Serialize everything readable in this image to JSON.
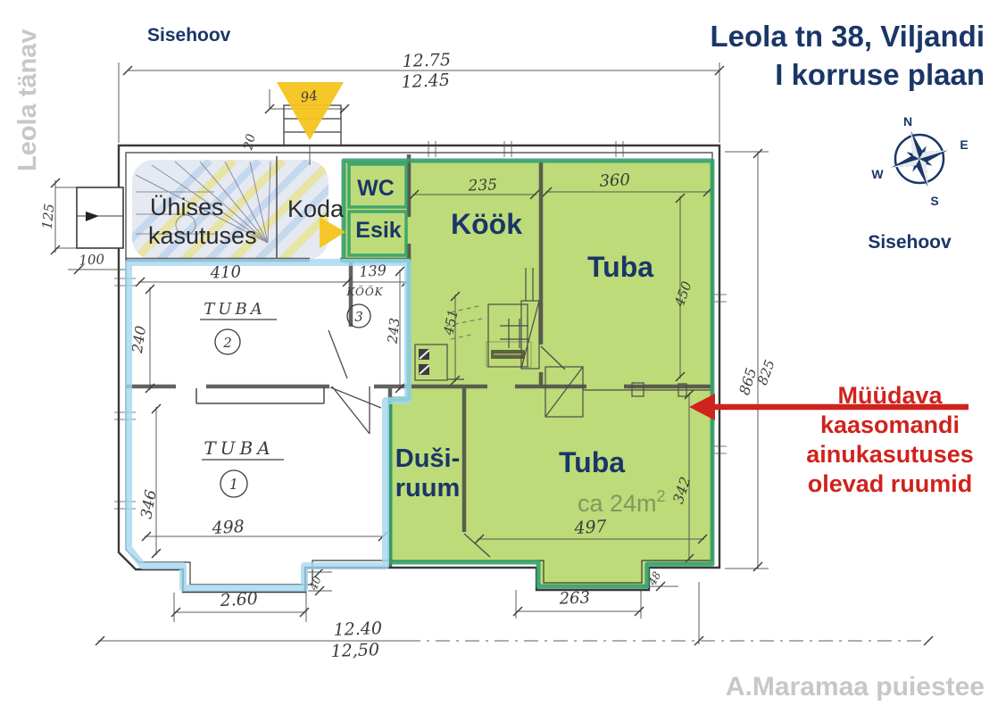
{
  "header": {
    "title_line1": "Leola tn 38, Viljandi",
    "title_line2": "I korruse plaan"
  },
  "surroundings": {
    "street_left": "Leola tänav",
    "courtyard_top": "Sisehoov",
    "courtyard_right": "Sisehoov",
    "street_bottom": "A.Maramaa puiestee"
  },
  "compass": {
    "n": "N",
    "e": "E",
    "s": "S",
    "w": "W"
  },
  "annotation": {
    "line1": "Müüdava",
    "line2": "kaasomandi",
    "line3": "ainukasutuses",
    "line4": "olevad ruumid"
  },
  "rooms": {
    "shared_line1": "Ühises",
    "shared_line2": "kasutuses",
    "koda": "Koda",
    "wc": "WC",
    "esik": "Esik",
    "kook": "Köök",
    "tuba_ne": "Tuba",
    "dusi_line1": "Duši-",
    "dusi_line2": "ruum",
    "tuba_se": "Tuba",
    "area_prefix": "ca 24m",
    "area_sup": "2",
    "tuba1_label": "TUBA",
    "tuba1_no": "1",
    "tuba2_label": "TUBA",
    "tuba2_no": "2",
    "kook3_label": "KÖÖK",
    "kook3_no": "3"
  },
  "dims": {
    "top_outer": "12.75",
    "top_inner": "12.45",
    "entry": "94",
    "d20": "20",
    "d125": "125",
    "d100": "100",
    "d410": "410",
    "d139": "139",
    "d240": "240",
    "d243": "243",
    "d235": "235",
    "d360": "360",
    "d451": "451",
    "d450": "450",
    "d865": "865",
    "d825": "825",
    "d346": "346",
    "d498": "498",
    "d497": "497",
    "d342": "342",
    "d260": "2.60",
    "d40": "40",
    "d48": "48",
    "d263": "263",
    "bottom_outer": "12.40",
    "bottom_inner": "12,50"
  },
  "colors": {
    "navy": "#1a3668",
    "red": "#cf231d",
    "green_fill": "#b7d86c",
    "green_border": "#33a06b",
    "blue_wall": "#a4d7f0",
    "yellow": "#f4c41d",
    "gray_label": "#c7c7c7"
  }
}
